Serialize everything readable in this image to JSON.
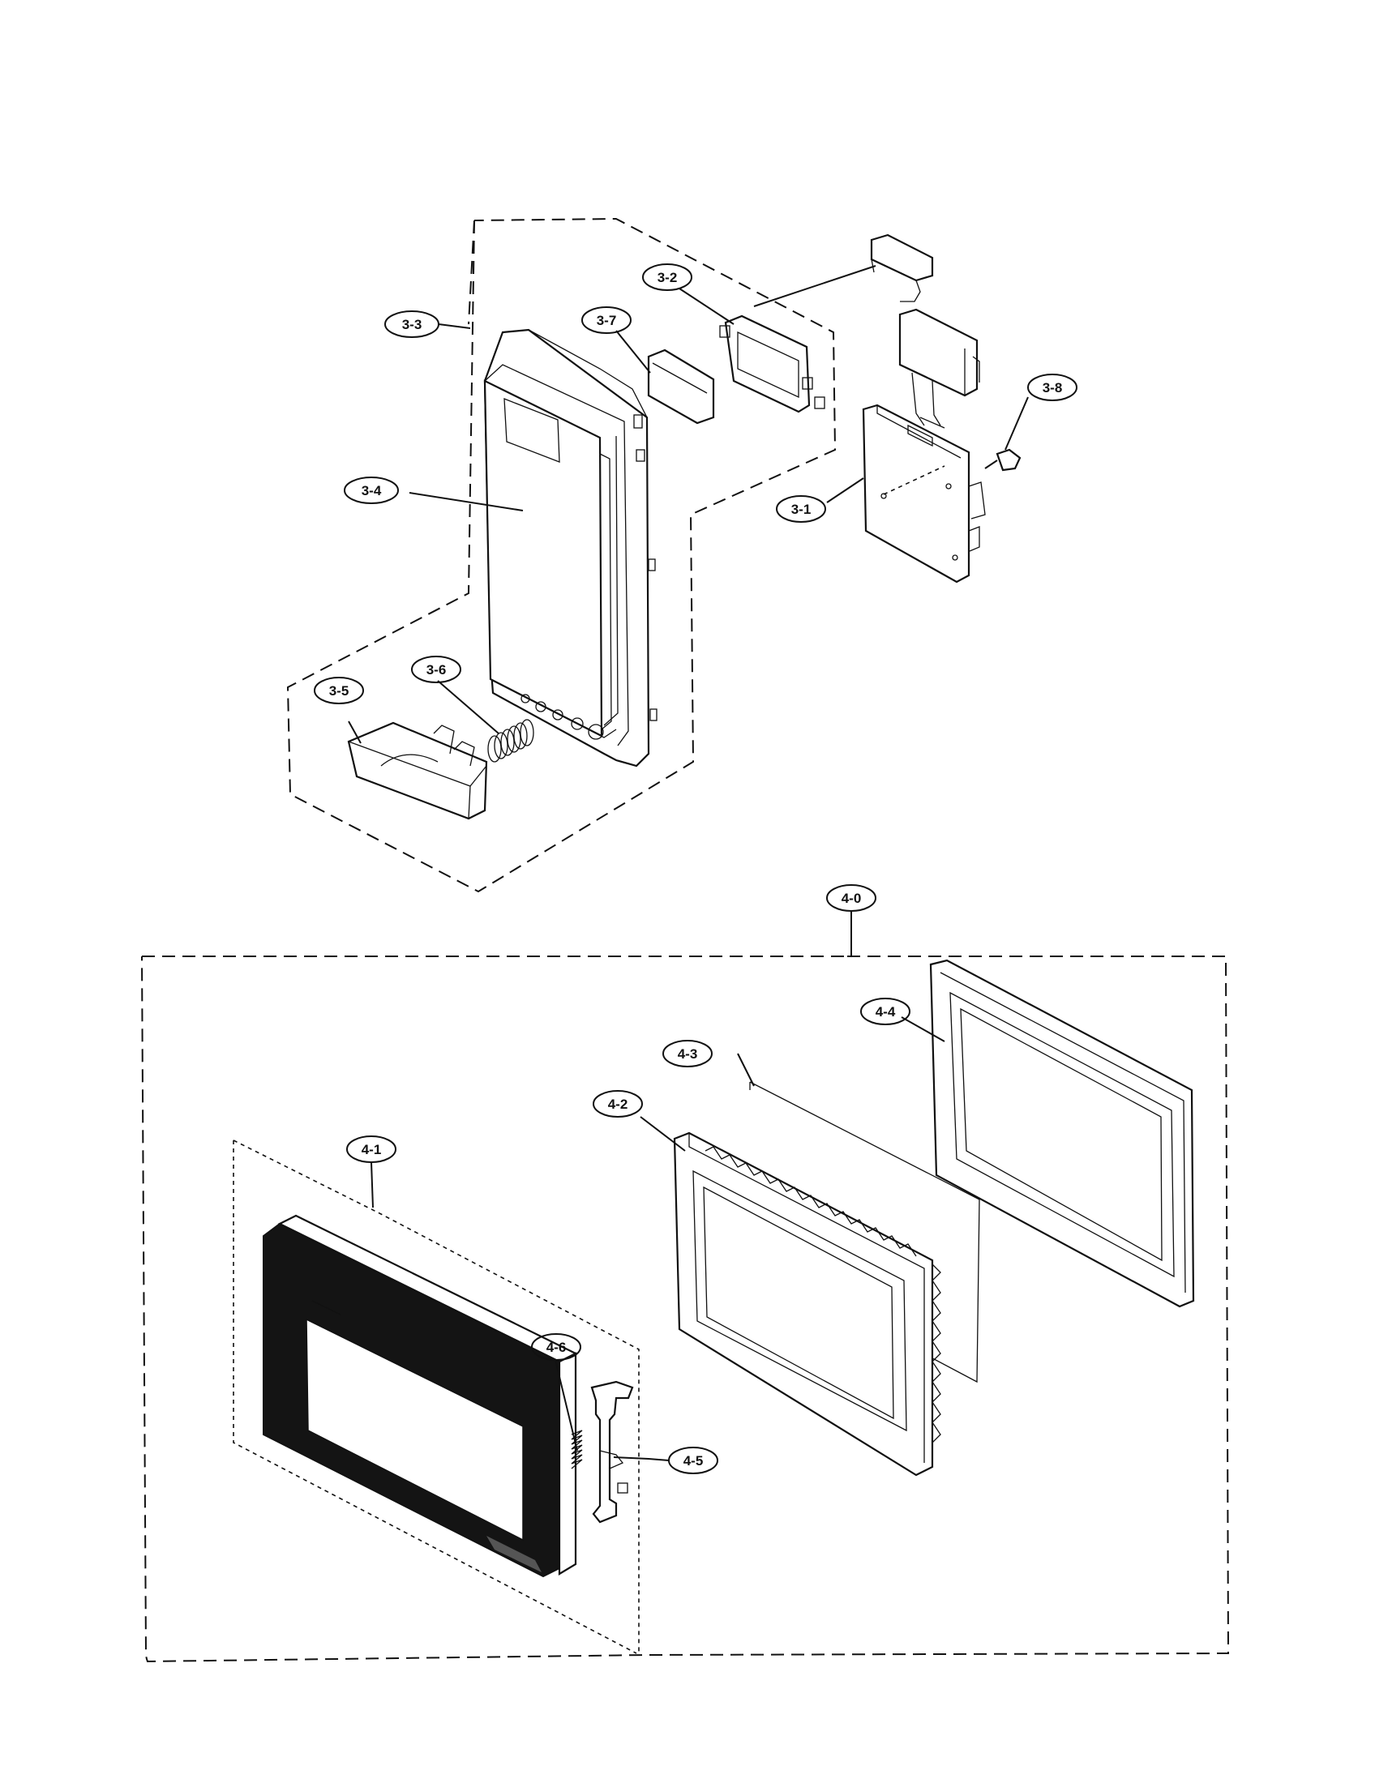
{
  "callouts": {
    "c3_1": "3-1",
    "c3_2": "3-2",
    "c3_3": "3-3",
    "c3_4": "3-4",
    "c3_5": "3-5",
    "c3_6": "3-6",
    "c3_7": "3-7",
    "c3_8": "3-8",
    "c4_0": "4-0",
    "c4_1": "4-1",
    "c4_2": "4-2",
    "c4_3": "4-3",
    "c4_4": "4-4",
    "c4_5": "4-5",
    "c4_6": "4-6"
  }
}
